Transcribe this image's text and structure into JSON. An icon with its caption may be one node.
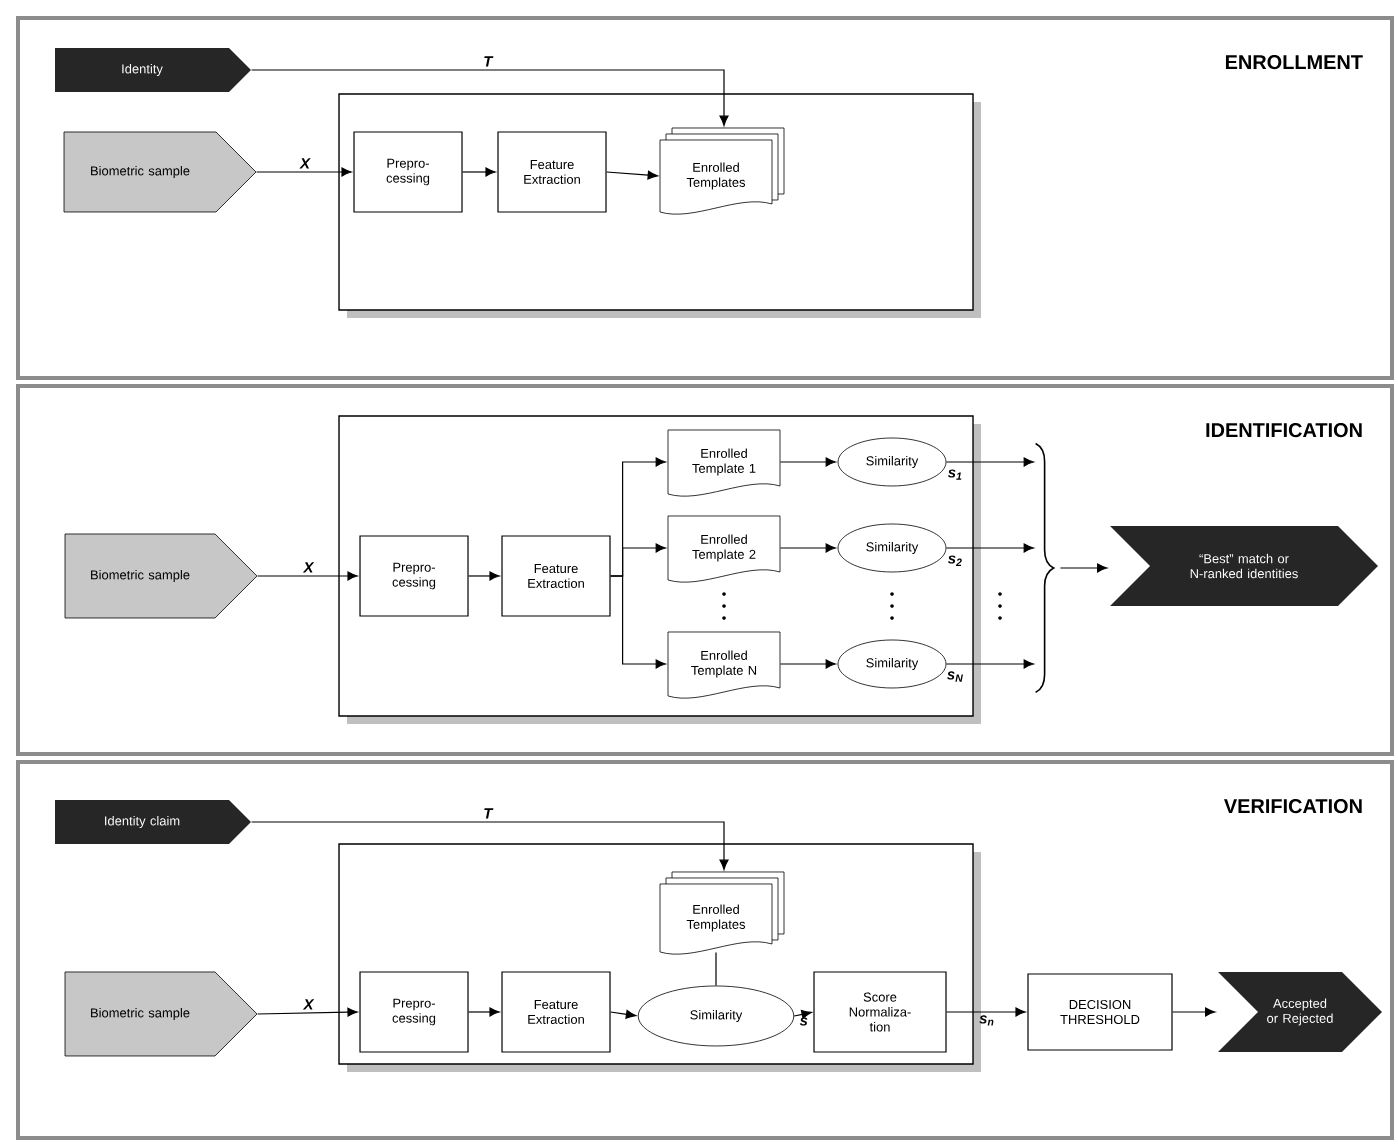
{
  "diagram": {
    "nodes": [
      {
        "text": [
          "ENROLLMENT"
        ]
      },
      {
        "text": [
          "Identity"
        ],
        "in": 0
      },
      {
        "text": [
          "Biometric sample"
        ],
        "in": 0
      },
      {
        "text": [],
        "shape": "box",
        "in": 0
      },
      {
        "text": [
          "Prepro- cessing"
        ],
        "in": 3
      },
      {
        "text": [
          "Feature Extraction"
        ],
        "in": 3
      },
      {
        "text": [
          "Enrolled Templates"
        ],
        "in": 3
      },
      {
        "text": [
          "IDENTIFICATION"
        ]
      },
      {
        "text": [
          "Biometric sample"
        ],
        "in": 7
      },
      {
        "text": [],
        "shape": "box",
        "in": 7
      },
      {
        "text": [
          "Prepro- cessing"
        ],
        "in": 9
      },
      {
        "text": [
          "Feature Extraction"
        ],
        "in": 9
      },
      {
        "text": [
          "Enrolled Template 1"
        ],
        "in": 9
      },
      {
        "text": [
          "Enrolled Template 2"
        ],
        "in": 9
      },
      {
        "text": [
          "Enrolled Template N"
        ],
        "in": 9
      },
      {
        "text": [
          "Similarity"
        ],
        "in": 9
      },
      {
        "text": [
          "Similarity"
        ],
        "in": 9
      },
      {
        "text": [
          "Similarity"
        ],
        "in": 9
      },
      {
        "text": [],
        "shape": "brace",
        "in": 7
      },
      {
        "text": [
          "“Best” match or N-ranked identities"
        ],
        "in": 7
      },
      {
        "text": [
          "VERIFICATION"
        ]
      },
      {
        "text": [
          "Identity claim"
        ],
        "in": 20
      },
      {
        "text": [
          "Biometric sample"
        ],
        "in": 20
      },
      {
        "text": [],
        "shape": "box",
        "in": 20
      },
      {
        "text": [
          "Prepro- cessing"
        ],
        "in": 23
      },
      {
        "text": [
          "Feature Extraction"
        ],
        "in": 23
      },
      {
        "text": [
          "Enrolled Templates"
        ],
        "in": 23
      },
      {
        "text": [
          "Similarity"
        ],
        "in": 23
      },
      {
        "text": [
          "Score Normaliza- tion"
        ],
        "in": 23
      },
      {
        "text": [
          "DECISION THRESHOLD"
        ],
        "in": 20
      },
      {
        "text": [
          "Accepted or Rejected"
        ],
        "in": 20
      }
    ],
    "edges": [
      {
        "from": 1,
        "to": 6,
        "arrow": "to",
        "label": "T"
      },
      {
        "from": 2,
        "to": 4,
        "arrow": "to",
        "label": "X"
      },
      {
        "from": 4,
        "to": 5,
        "arrow": "to"
      },
      {
        "from": 5,
        "to": 6,
        "arrow": "to"
      },
      {
        "from": 8,
        "to": 10,
        "arrow": "to",
        "label": "X"
      },
      {
        "from": 10,
        "to": 11,
        "arrow": "to"
      },
      {
        "from": 11,
        "to": 12,
        "arrow": "to"
      },
      {
        "from": 11,
        "to": 13,
        "arrow": "to"
      },
      {
        "from": 11,
        "to": 14,
        "arrow": "to"
      },
      {
        "from": 12,
        "to": 15,
        "arrow": "to"
      },
      {
        "from": 13,
        "to": 16,
        "arrow": "to"
      },
      {
        "from": 14,
        "to": 17,
        "arrow": "to"
      },
      {
        "from": 15,
        "to": 18,
        "arrow": "to",
        "label": "s$_{1}$"
      },
      {
        "from": 16,
        "to": 18,
        "arrow": "to",
        "label": "s$_{2}$"
      },
      {
        "from": 17,
        "to": 18,
        "arrow": "to",
        "label": "s$_{N}$"
      },
      {
        "from": 18,
        "to": 19,
        "arrow": "to"
      },
      {
        "from": 21,
        "to": 26,
        "arrow": "to",
        "label": "T"
      },
      {
        "from": 22,
        "to": 24,
        "arrow": "to",
        "label": "X"
      },
      {
        "from": 24,
        "to": 25,
        "arrow": "to"
      },
      {
        "from": 25,
        "to": 27,
        "arrow": "to"
      },
      {
        "from": 26,
        "to": 27,
        "arrow": "none"
      },
      {
        "from": 27,
        "to": 28,
        "arrow": "to",
        "label": "s"
      },
      {
        "from": 28,
        "to": 29,
        "arrow": "to",
        "label": "s$_{n}$"
      },
      {
        "from": 29,
        "to": 30,
        "arrow": "to"
      }
    ]
  }
}
